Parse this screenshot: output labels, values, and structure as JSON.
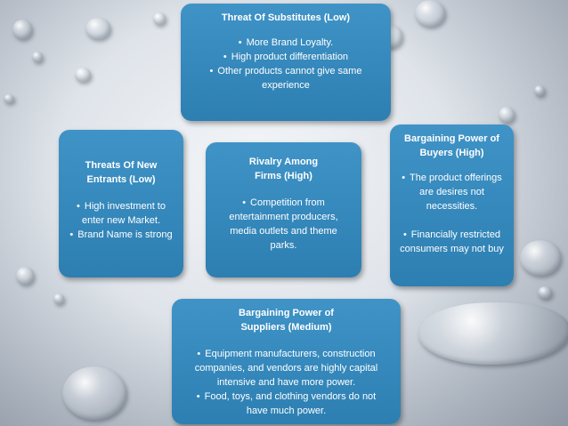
{
  "boxes": {
    "substitutes": {
      "title": "Threat Of Substitutes (Low)",
      "bullets": [
        "More Brand Loyalty.",
        "High product differentiation",
        "Other products cannot give same experience"
      ]
    },
    "new_entrants": {
      "title": "Threats Of New Entrants (Low)",
      "bullets": [
        "High investment to enter new Market.",
        "Brand Name is strong"
      ]
    },
    "rivalry": {
      "title": "Rivalry Among Firms (High)",
      "bullets": [
        "Competition from entertainment producers, media outlets and theme parks."
      ]
    },
    "buyers": {
      "title": "Bargaining Power of Buyers (High)",
      "bullets": [
        "The product offerings are desires not necessities.",
        "Financially restricted consumers may not buy"
      ]
    },
    "suppliers": {
      "title": "Bargaining Power of Suppliers (Medium)",
      "bullets": [
        "Equipment manufacturers, construction companies, and vendors are highly capital intensive and have more power.",
        "Food, toys, and clothing vendors do not have much power."
      ]
    }
  },
  "colors": {
    "box_fill": "#2f82b6",
    "text": "#ffffff",
    "background": "#dfe4ea"
  }
}
